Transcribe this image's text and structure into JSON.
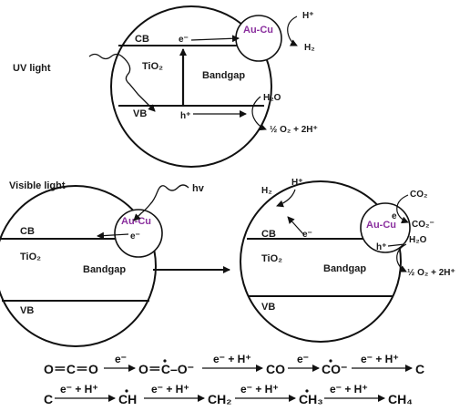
{
  "panel_uv": {
    "light_label": "UV light",
    "cb": "CB",
    "vb": "VB",
    "tio2": "TiO₂",
    "bandgap": "Bandgap",
    "electron": "e⁻",
    "hole": "h⁺",
    "cocatalyst": "Au-Cu",
    "h_plus": "H⁺",
    "h2": "H₂",
    "h2o": "H₂O",
    "o2_products": "½ O₂ + 2H⁺"
  },
  "panel_visible_left": {
    "light_label": "Visible light",
    "hv": "hv",
    "cocatalyst": "Au-Cu",
    "electron": "e⁻",
    "cb": "CB",
    "vb": "VB",
    "tio2": "TiO₂",
    "bandgap": "Bandgap"
  },
  "panel_visible_right": {
    "h2": "H₂",
    "h_plus": "H⁺",
    "electron_cb": "e⁻",
    "cb": "CB",
    "vb": "VB",
    "tio2": "TiO₂",
    "bandgap": "Bandgap",
    "cocatalyst": "Au-Cu",
    "electron_co2": "e",
    "co2": "CO₂",
    "co2_anion": "CO₂⁻",
    "hole": "h⁺",
    "h2o": "H₂O",
    "o2_products": "½ O₂ + 2H⁺"
  },
  "reactions": {
    "row1": {
      "s1": "O＝C＝O",
      "a1": "e⁻",
      "s2": "O＝C–O⁻",
      "a2": "e⁻ + H⁺",
      "s3": "CO",
      "a3": "e⁻",
      "s4": "CO⁻",
      "a4": "e⁻ + H⁺",
      "s5": "C"
    },
    "row2": {
      "s1": "C",
      "a1": "e⁻ + H⁺",
      "s2": "CH",
      "a2": "e⁻ + H⁺",
      "s3": "CH₂",
      "a3": "e⁻ + H⁺",
      "s4": "CH₃",
      "a4": "e⁻ + H⁺",
      "s5": "CH₄"
    }
  }
}
